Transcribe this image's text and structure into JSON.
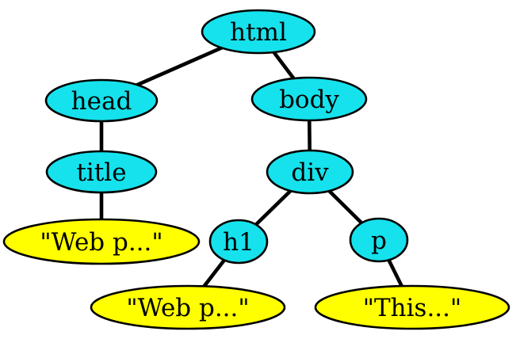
{
  "diagram": {
    "nodes": {
      "html": {
        "label": "html",
        "kind": "element"
      },
      "head": {
        "label": "head",
        "kind": "element"
      },
      "body": {
        "label": "body",
        "kind": "element"
      },
      "title": {
        "label": "title",
        "kind": "element"
      },
      "div": {
        "label": "div",
        "kind": "element"
      },
      "h1": {
        "label": "h1",
        "kind": "element"
      },
      "p": {
        "label": "p",
        "kind": "element"
      },
      "title_text": {
        "label": "\"Web p...\"",
        "kind": "text"
      },
      "h1_text": {
        "label": "\"Web p...\"",
        "kind": "text"
      },
      "p_text": {
        "label": "\"This...\"",
        "kind": "text"
      }
    },
    "edges": [
      {
        "from": "html",
        "to": "head"
      },
      {
        "from": "html",
        "to": "body"
      },
      {
        "from": "head",
        "to": "title"
      },
      {
        "from": "title",
        "to": "title_text"
      },
      {
        "from": "body",
        "to": "div"
      },
      {
        "from": "div",
        "to": "h1"
      },
      {
        "from": "div",
        "to": "p"
      },
      {
        "from": "h1",
        "to": "h1_text"
      },
      {
        "from": "p",
        "to": "p_text"
      }
    ],
    "colors": {
      "element_node_fill": "#15e2ec",
      "text_node_fill": "#ffff00",
      "outline": "#000000",
      "background": "#ffffff"
    }
  }
}
